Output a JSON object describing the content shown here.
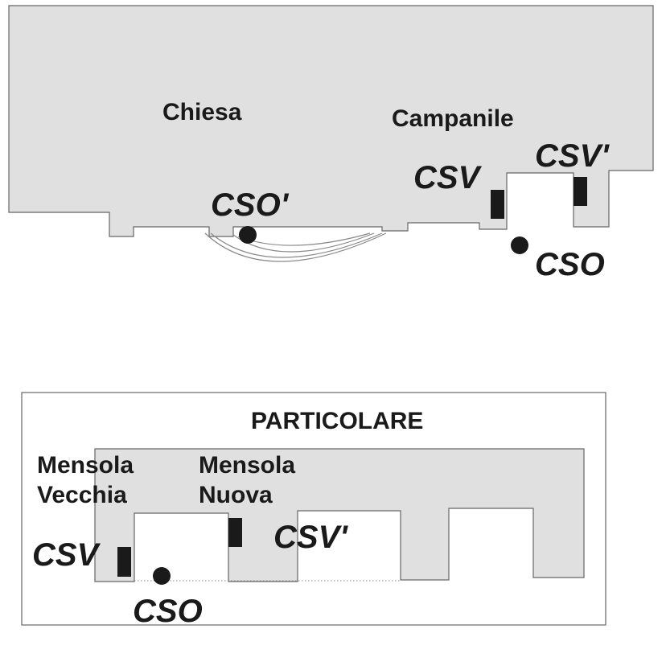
{
  "plan": {
    "church_label": "Chiesa",
    "bell_tower_label": "Campanile",
    "markers": {
      "cso_prime": "CSO'",
      "csv": "CSV",
      "csv_prime": "CSV'",
      "cso": "CSO"
    }
  },
  "detail": {
    "title": "PARTICOLARE",
    "old_bracket_line1": "Mensola",
    "old_bracket_line2": "Vecchia",
    "new_bracket_line1": "Mensola",
    "new_bracket_line2": "Nuova",
    "markers": {
      "csv": "CSV",
      "csv_prime": "CSV'",
      "cso": "CSO"
    }
  },
  "colors": {
    "wall_fill": "#e0e0e0",
    "outline": "#666666",
    "marker": "#1a1a1a"
  }
}
